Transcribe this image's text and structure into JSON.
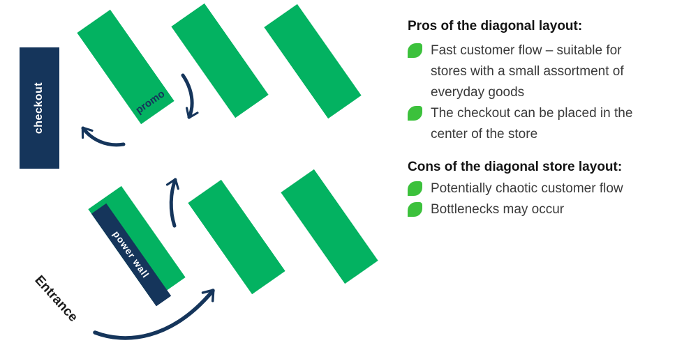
{
  "diagram": {
    "checkout_label": "checkout",
    "promo_label": "promo",
    "power_wall_label": "power wall",
    "entrance_label": "Entrance"
  },
  "colors": {
    "shelf_green": "#03B261",
    "bullet_green": "#3CC13C",
    "navy": "#15355B",
    "body_text": "#3A3A3A",
    "heading_text": "#141414"
  },
  "pros": {
    "heading": "Pros of the diagonal layout:",
    "items": [
      "Fast customer flow – suitable for\nstores with a small assortment of\neveryday goods",
      "The checkout can be placed in the\ncenter of the store"
    ]
  },
  "cons": {
    "heading": "Cons of the diagonal store layout:",
    "items": [
      "Potentially chaotic customer flow",
      "Bottlenecks may occur"
    ]
  }
}
